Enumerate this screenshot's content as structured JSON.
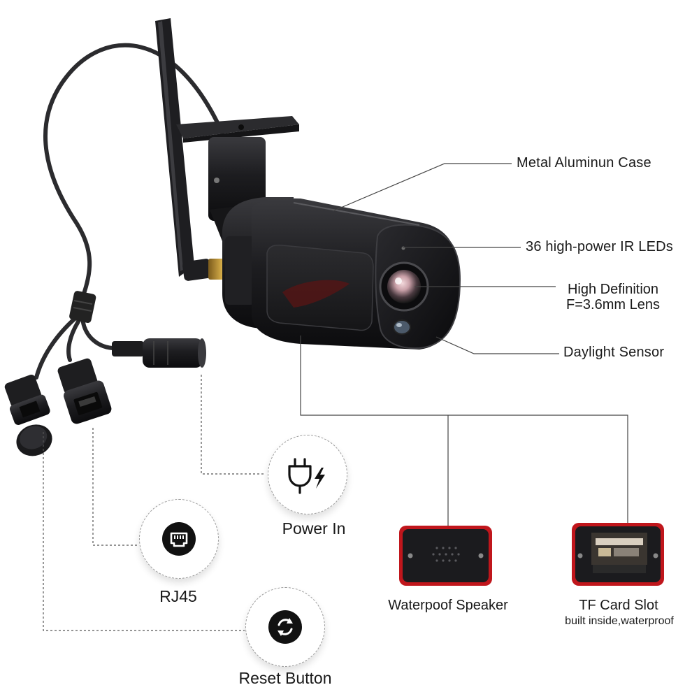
{
  "callouts": {
    "case": "Metal Aluminun Case",
    "ir_leds": "36 high-power IR LEDs",
    "lens_line1": "High Definition",
    "lens_line2": "F=3.6mm Lens",
    "daylight": "Daylight Sensor"
  },
  "ports": {
    "power": "Power In",
    "rj45": "RJ45",
    "reset": "Reset Button"
  },
  "details": {
    "speaker": "Waterpoof Speaker",
    "tf_title": "TF Card Slot",
    "tf_sub": "built inside,waterproof"
  },
  "colors": {
    "camera_body": "#1c1c1f",
    "accent_red": "#c0161c",
    "leader_line": "#444444"
  },
  "icons": [
    "power-plug-icon",
    "ethernet-port-icon",
    "reset-arrows-icon",
    "lightning-icon"
  ]
}
